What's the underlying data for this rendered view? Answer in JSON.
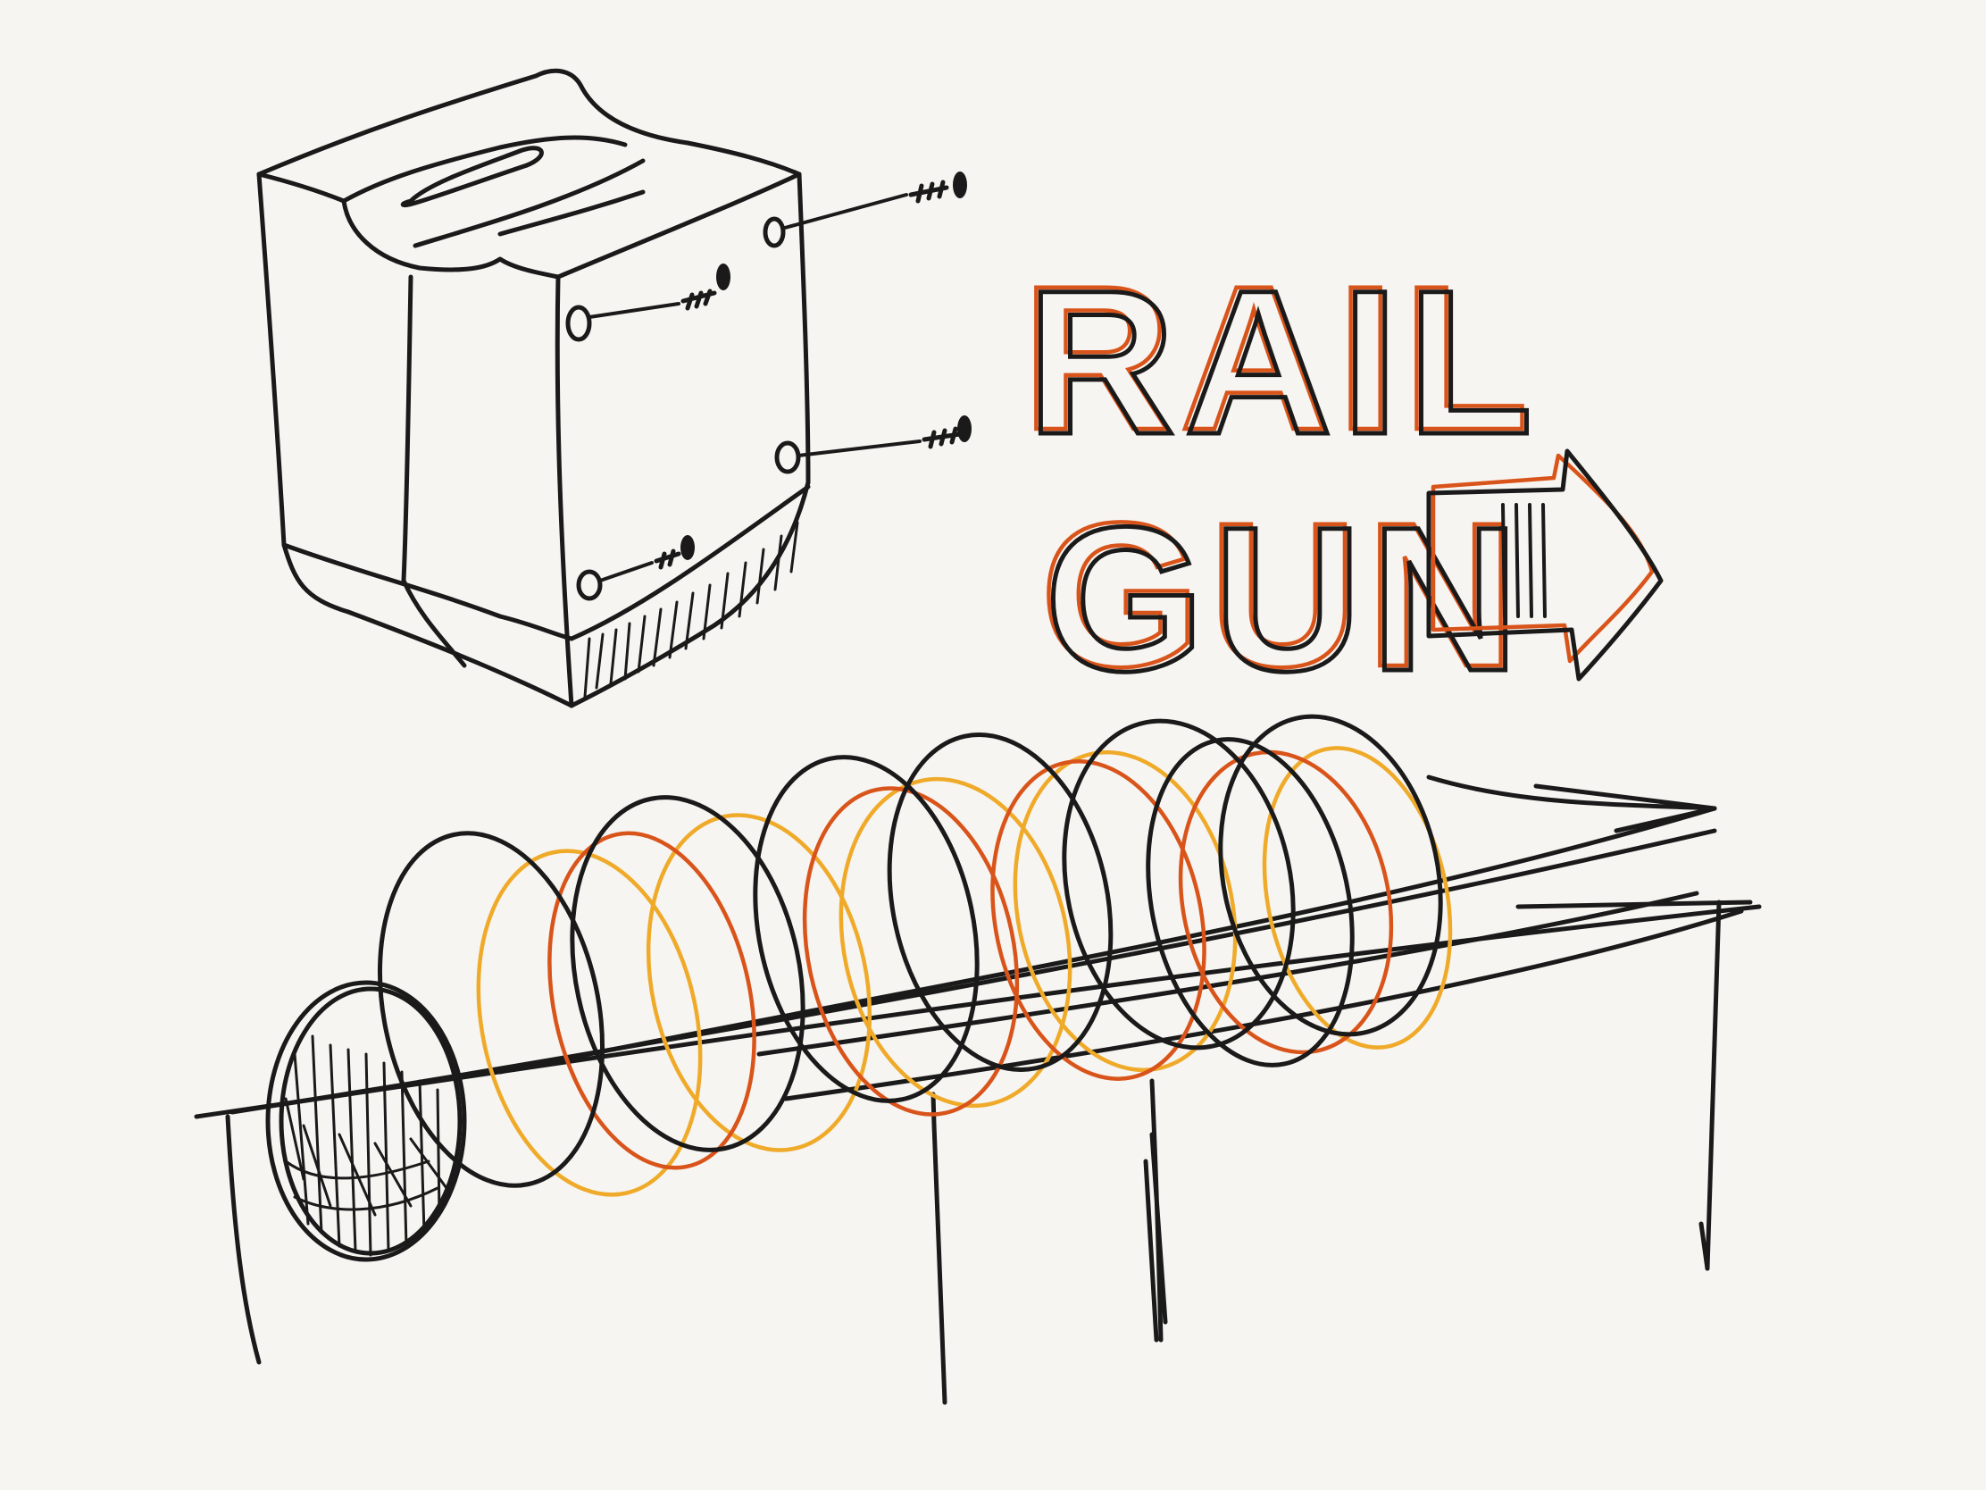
{
  "title_word_1": "RAIL",
  "title_word_2": "GUN",
  "colors": {
    "background": "#f6f5f1",
    "ink": "#1a1a1a",
    "orange": "#d9541a",
    "yellow": "#f0aa2a"
  },
  "icons": [
    "box-sketch",
    "screw-icon",
    "right-arrow-icon",
    "coil-sketch",
    "projectile-ball-sketch"
  ]
}
